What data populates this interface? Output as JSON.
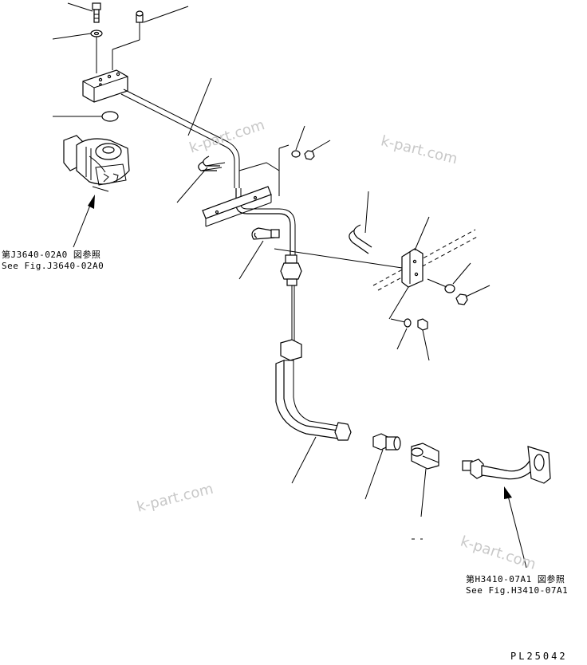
{
  "references": {
    "left": {
      "jp": "第J3640-02A0 図参照",
      "en": "See Fig.J3640-02A0"
    },
    "right": {
      "jp": "第H3410-07A1 図参照",
      "en": "See Fig.H3410-07A1"
    }
  },
  "watermark": "k-part.com",
  "plate_number": "PL25042",
  "colors": {
    "line": "#000000",
    "watermark": "#c8c8c8",
    "background": "#ffffff"
  }
}
